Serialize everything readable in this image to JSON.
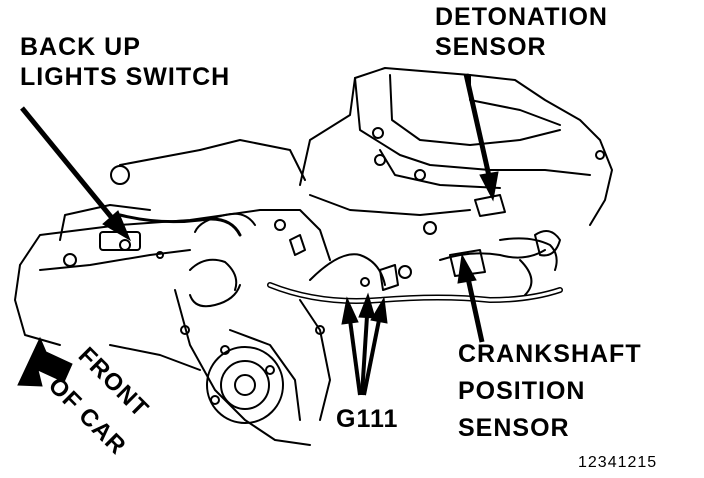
{
  "labels": {
    "backup_switch": [
      "BACK UP",
      "LIGHTS SWITCH"
    ],
    "detonation_sensor": [
      "DETONATION",
      "SENSOR"
    ],
    "crankshaft_sensor": [
      "CRANKSHAFT",
      "POSITION",
      "SENSOR"
    ],
    "ground": "G111",
    "front_of_car": [
      "FRONT",
      "OF CAR"
    ]
  },
  "figure_number": "12341215",
  "colors": {
    "ink": "#000000",
    "paper": "#ffffff"
  }
}
